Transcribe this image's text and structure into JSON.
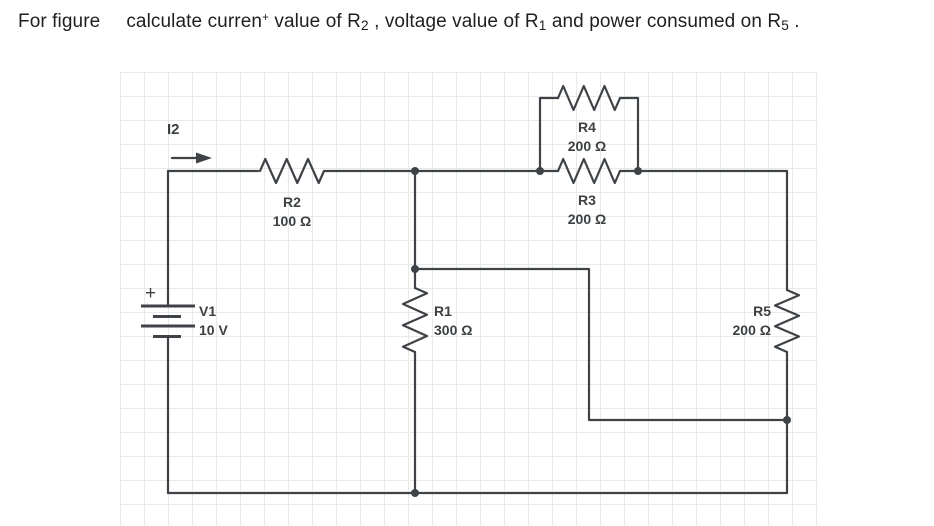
{
  "title": {
    "part1": "For figure",
    "part2": "calculate curren",
    "sup_t": "+",
    "part3": " value of R",
    "sub_r2": "2",
    "part4": " , voltage value of R",
    "sub_r1": "1",
    "part5": " and power consumed on R",
    "sub_r5": "5",
    "part6": " ."
  },
  "circuit": {
    "current_label": "I2",
    "source": {
      "name": "V1",
      "value": "10 V",
      "polarity": "+"
    },
    "resistors": {
      "r1": {
        "name": "R1",
        "value": "300 Ω"
      },
      "r2": {
        "name": "R2",
        "value": "100 Ω"
      },
      "r3": {
        "name": "R3",
        "value": "200 Ω"
      },
      "r4": {
        "name": "R4",
        "value": "200 Ω"
      },
      "r5": {
        "name": "R5",
        "value": "200 Ω"
      }
    },
    "colors": {
      "wire": "#3f4347",
      "label": "#3c4043",
      "grid": "#e8eaea",
      "background": "#ffffff"
    }
  }
}
